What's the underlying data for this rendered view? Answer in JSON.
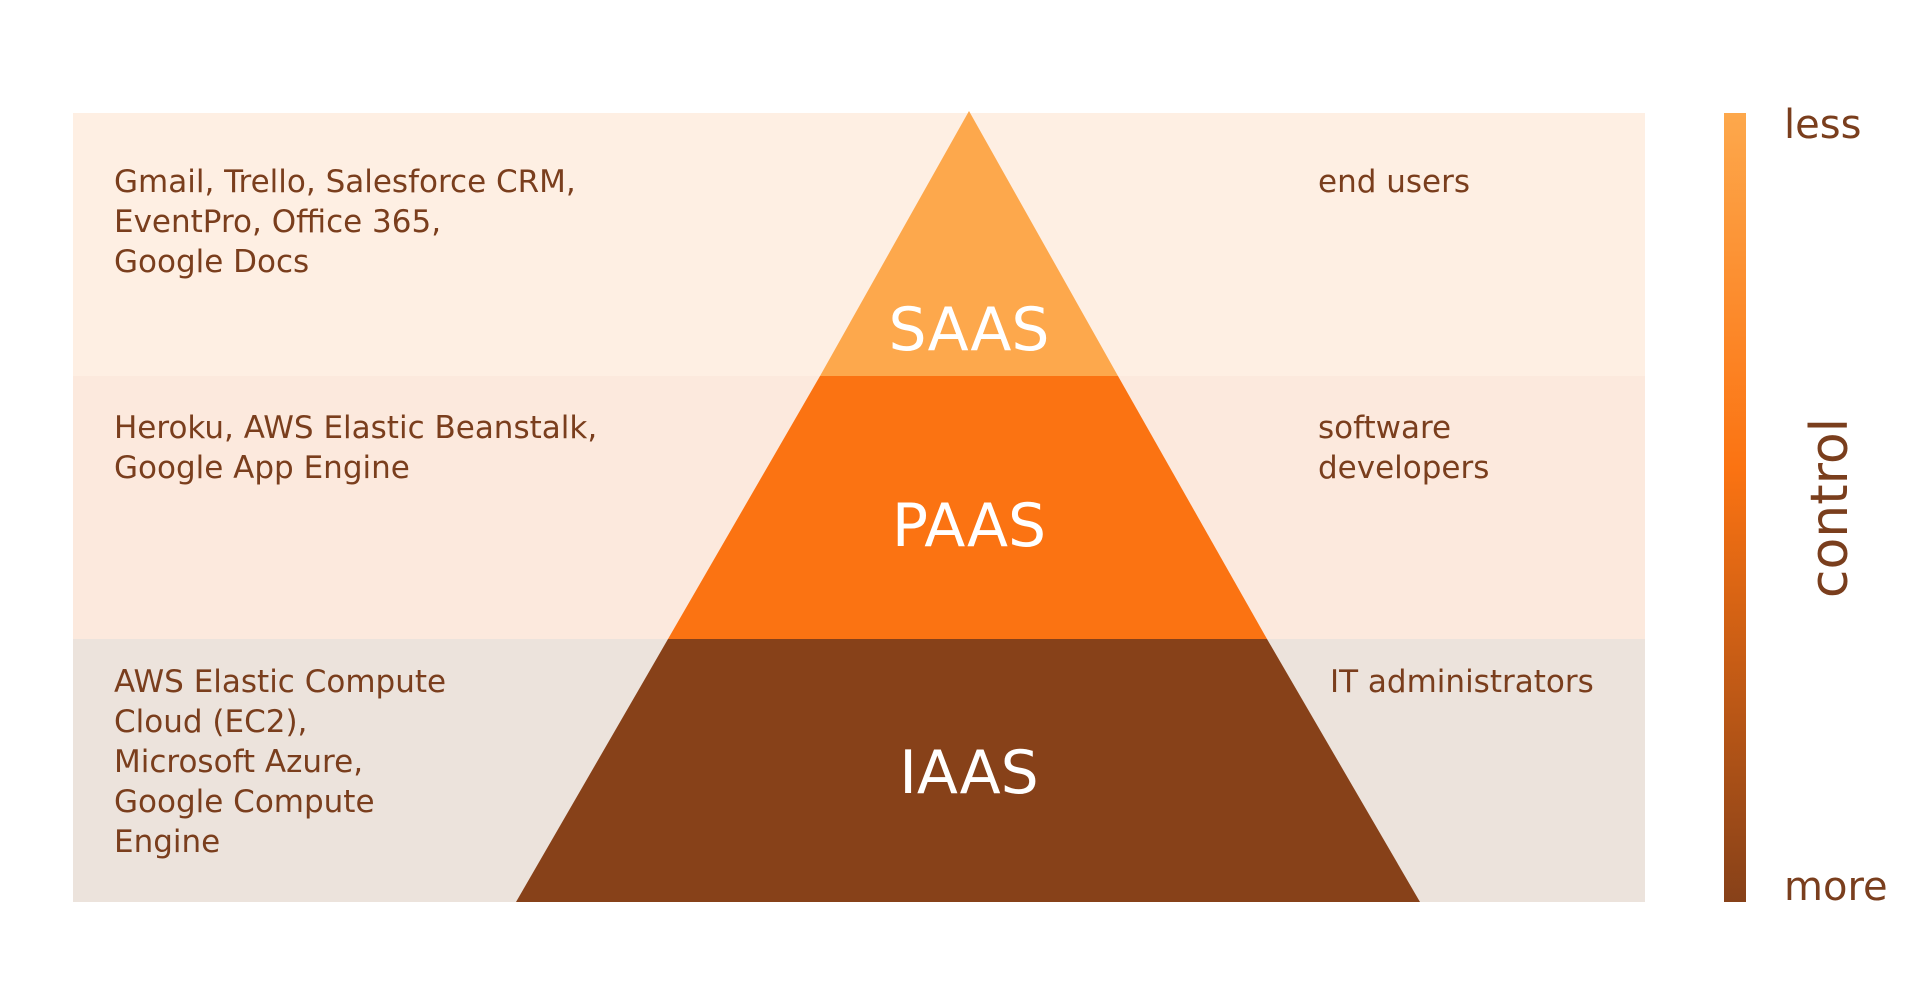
{
  "tiers": [
    {
      "key": "saas",
      "label": "SAAS",
      "color": "#fda84c",
      "band_color": "#feefe3",
      "examples": [
        "Gmail, Trello, Salesforce CRM,",
        "EventPro, Office 365,",
        "Google Docs"
      ],
      "users": [
        "end users"
      ]
    },
    {
      "key": "paas",
      "label": "PAAS",
      "color": "#fb7312",
      "band_color": "#fce9dd",
      "examples": [
        "Heroku, AWS Elastic Beanstalk,",
        "Google App Engine"
      ],
      "users": [
        "software",
        "developers"
      ]
    },
    {
      "key": "iaas",
      "label": "IAAS",
      "color": "#874119",
      "band_color": "#ece3dc",
      "examples": [
        "AWS Elastic Compute",
        "Cloud (EC2),",
        "Microsoft Azure,",
        "Google Compute",
        "Engine"
      ],
      "users": [
        "IT administrators"
      ]
    }
  ],
  "scale": {
    "title": "control",
    "top_label": "less",
    "bottom_label": "more",
    "top_color": "#fda84c",
    "mid_color": "#fb7312",
    "bottom_color": "#874119"
  },
  "colors": {
    "text": "#7a3e1d",
    "tier_text": "#ffffff"
  }
}
